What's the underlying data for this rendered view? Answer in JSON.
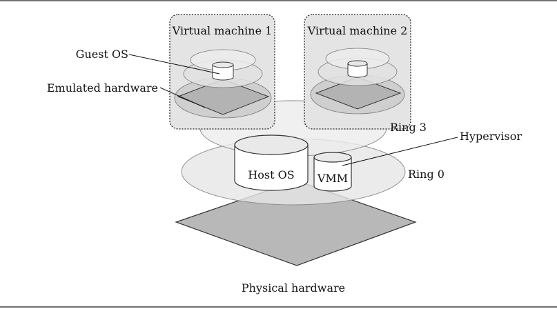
{
  "labels": {
    "vm1": "Virtual machine 1",
    "vm2": "Virtual machine 2",
    "guest_os": "Guest OS",
    "emulated_hardware": "Emulated hardware",
    "ring3": "Ring 3",
    "hypervisor": "Hypervisor",
    "host_os": "Host OS",
    "vmm": "VMM",
    "ring0": "Ring 0",
    "physical_hardware": "Physical hardware"
  }
}
